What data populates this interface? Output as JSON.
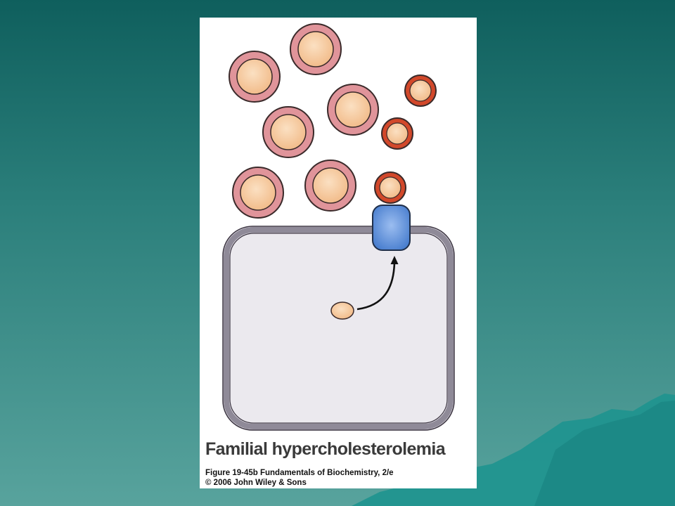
{
  "figure": {
    "title": "Familial hypercholesterolemia",
    "caption_line1": "Figure 19-45b  Fundamentals of Biochemistry, 2/e",
    "caption_line2": "© 2006 John Wiley & Sons"
  },
  "colors": {
    "background_top": "#0f5f5d",
    "background_bottom": "#58a39d",
    "mountain": "#1e938f",
    "ldl_shell": "#e0949a",
    "ldl_core": "#f6c99c",
    "small_particle_shell": "#d2482a",
    "receptor": "#5b8fd6",
    "cell_fill": "#e9e7ec",
    "cell_border": "#8f8a98"
  },
  "icons": {
    "ldl_particle": "ldl-particle-icon",
    "small_particle": "small-lipoprotein-icon",
    "receptor": "ldl-receptor-icon",
    "vesicle": "vesicle-icon",
    "arrow": "transport-arrow-icon"
  }
}
